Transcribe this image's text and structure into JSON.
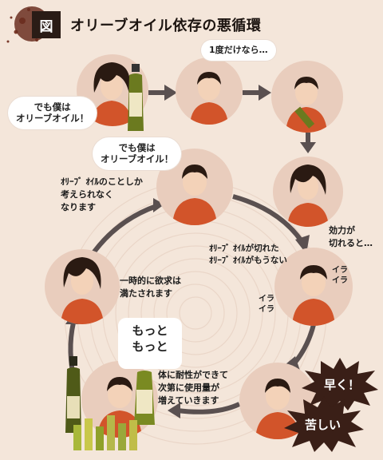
{
  "header": {
    "badge": "図",
    "title": "オリーブオイル依存の悪循環"
  },
  "bubbles": {
    "top_left": "でも僕は\nオリーブオイル！",
    "top_mid": "1度だけなら…",
    "mid_left": "でも僕は\nオリーブオイル！",
    "motto": "もっと\nもっと"
  },
  "captions": {
    "obsession": "ｵﾘｰﾌﾞ ｵｲﾙのことしか\n考えられなく\nなります",
    "wearing_off": "効力が\n切れると…",
    "ran_out": "ｵﾘｰﾌﾞ ｵｲﾙが切れた\nｵﾘｰﾌﾞ ｵｲﾙがもうない",
    "satisfied": "一時的に欲求は\n満たされます",
    "tolerance": "体に耐性ができて\n次第に使用量が\n増えていきます",
    "irairaA": "イラ\nイラ",
    "irairaB": "イラ\nイラ"
  },
  "bursts": {
    "hayaku": "早く！",
    "kurushii": "苦しい"
  },
  "colors": {
    "background": "#f4e6da",
    "circle": "#e9cdbd",
    "arrow": "#5a5050",
    "shirt": "#d2542a",
    "burst": "#3a1f17",
    "bottle": "#6b7a1f"
  }
}
